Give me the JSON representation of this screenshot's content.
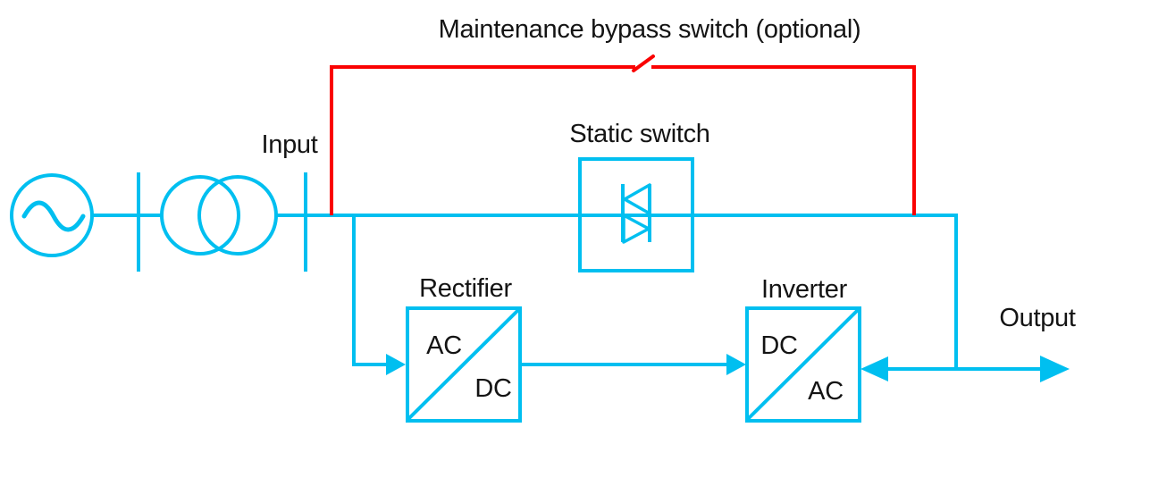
{
  "colors": {
    "line": "#00bff0",
    "bypass": "#fa0202",
    "text": "#141414",
    "background": "#ffffff"
  },
  "labels": {
    "bypass_switch": "Maintenance bypass switch (optional)",
    "input": "Input",
    "static_switch": "Static switch",
    "rectifier": "Rectifier",
    "inverter": "Inverter",
    "output": "Output",
    "rectifier_side_in": "AC",
    "rectifier_side_out": "DC",
    "inverter_side_in": "DC",
    "inverter_side_out": "AC"
  },
  "icons": {
    "source": "ac-source-icon",
    "transformer": "transformer-icon",
    "breaker": "breaker-bar-icon",
    "bypass_switch": "switch-blade-icon",
    "static_switch": "triac-icon",
    "flow_arrow": "arrow-icon"
  }
}
